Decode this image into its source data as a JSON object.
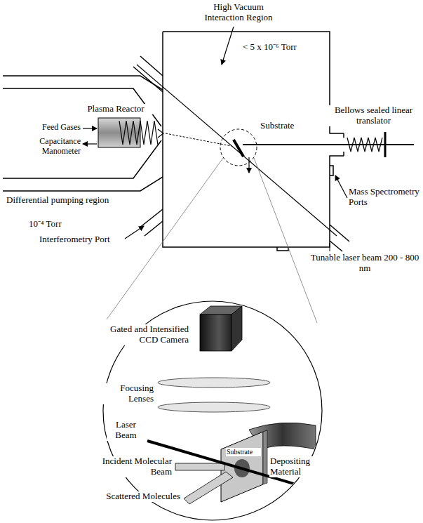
{
  "diagram": {
    "labels": [
      "High Vacuum Interaction Region",
      "< 5 x 10⁻⁶ Torr",
      "Bellows sealed linear translator",
      "Plasma Reactor",
      "Feed Gases",
      "Capacitance Manometer",
      "Substrate",
      "Differential pumping region",
      "10⁻⁴ Torr",
      "Mass Spectrometry Ports",
      "Interferometry Port",
      "Tunable laser beam 200 - 800 nm",
      "Gated and Intensified CCD Camera",
      "Focusing Lenses",
      "Laser Beam",
      "Incident Molecular Beam",
      "Scattered Molecules",
      "Depositing Material",
      "Substrate"
    ]
  }
}
